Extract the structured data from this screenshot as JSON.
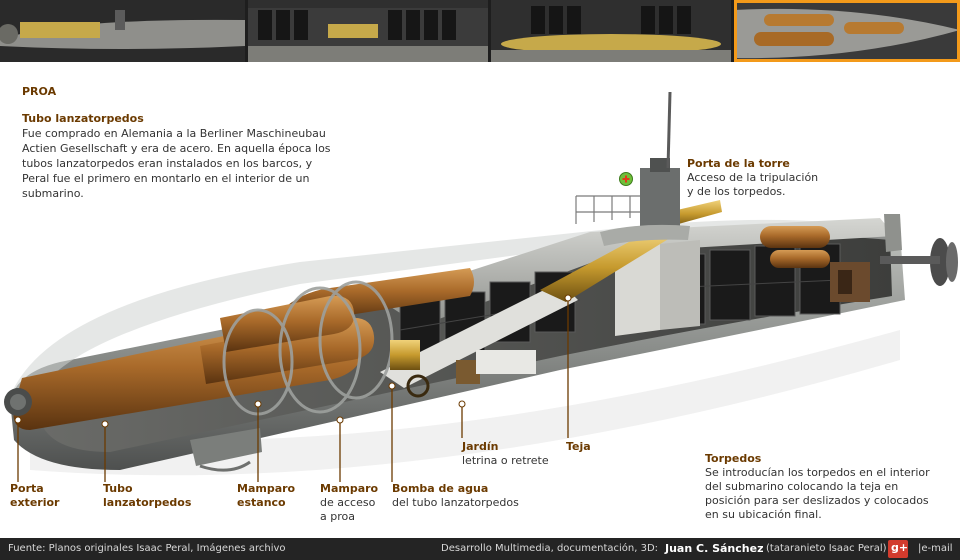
{
  "section": {
    "title": "PROA"
  },
  "intro": {
    "heading": "Tubo lanzatorpedos",
    "lines": [
      "Fue comprado en Alemania a la Berliner Maschineubau",
      "Actien Gesellschaft y era de acero. En aquella época los",
      "tubos lanzatorpedos eran instalados en los barcos, y",
      "Peral fue el primero en montarlo en el interior de un",
      "submarino."
    ]
  },
  "labels": {
    "porta_torre": {
      "title": "Porta de la torre",
      "l1": "Acceso de la tripulación",
      "l2": "y de los torpedos."
    },
    "torpedos": {
      "title": "Torpedos",
      "l1": "Se introducían los torpedos en el interior",
      "l2": "del submarino colocando la teja en",
      "l3": "posición para ser deslizados y colocados",
      "l4": "en su ubicación final."
    },
    "porta_exterior": {
      "l1": "Porta",
      "l2": "exterior"
    },
    "tubo": {
      "l1": "Tubo",
      "l2": "lanzatorpedos"
    },
    "mamparo_estanco": {
      "l1": "Mamparo",
      "l2": "estanco"
    },
    "mamparo_acceso": {
      "l1": "Mamparo",
      "l2": "de acceso",
      "l3": "a proa"
    },
    "bomba": {
      "l1": "Bomba de agua",
      "l2": "del tubo lanzatorpedos"
    },
    "jardin": {
      "l1": "Jardín",
      "l2": "letrina o retrete"
    },
    "teja": {
      "l1": "Teja"
    }
  },
  "footer": {
    "source": "Fuente: Planos originales Isaac Peral, Imágenes archivo",
    "credits": "Desarrollo Multimedia, documentación, 3D:",
    "author": "Juan C. Sánchez",
    "author_note": "(tataranieto Isaac Peral)",
    "email": "|e-mail",
    "gplus": "g+"
  },
  "colors": {
    "accent": "#f39a1a",
    "title": "#6b3a00",
    "torpedo": "#b0722a",
    "brass": "#c69a2e",
    "hull": "#6e7170"
  },
  "icons": {
    "hotspot": "plus-icon",
    "social": "google-plus-icon"
  }
}
